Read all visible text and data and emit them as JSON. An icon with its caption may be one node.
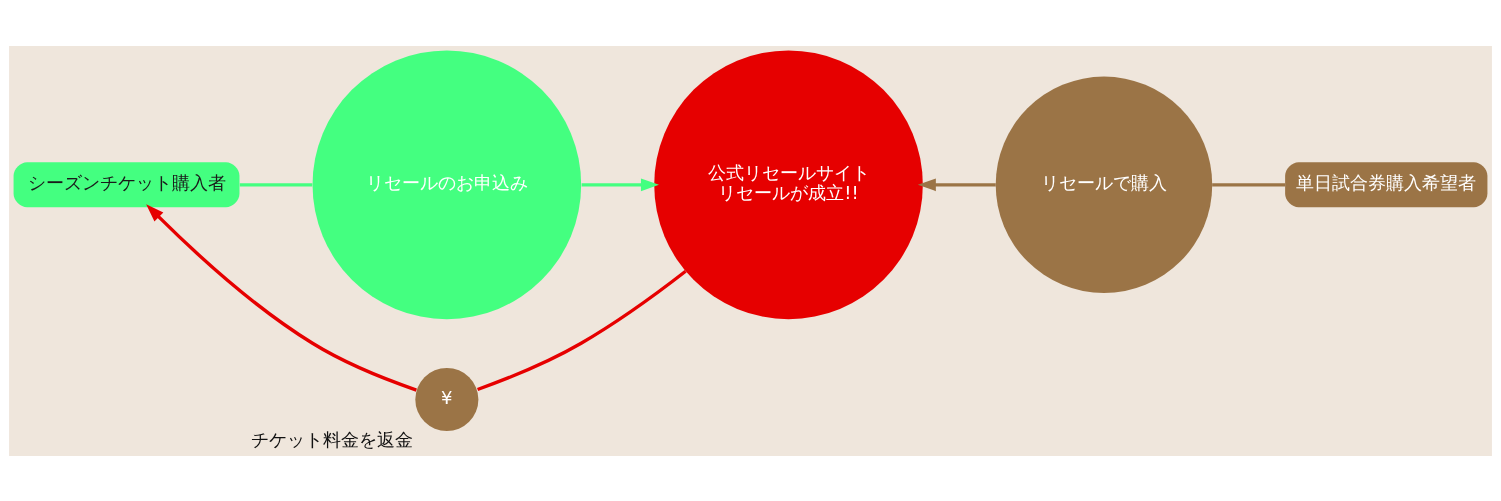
{
  "diagram": {
    "nodes": [
      {
        "text": [
          "シーズンチケット購入者"
        ]
      },
      {
        "text": [
          "リセールのお申込み"
        ]
      },
      {
        "text": [
          "公式リセールサイト",
          "リセールが成立!!"
        ]
      },
      {
        "text": [
          "リセールで購入"
        ]
      },
      {
        "text": [
          "単日試合券購入希望者"
        ]
      },
      {
        "text": [
          "¥"
        ],
        "beside": [
          "チケット料金を返金"
        ]
      }
    ],
    "edges": [
      {
        "from": 0,
        "to": 1,
        "arrow": "none",
        "color": "#44ff80"
      },
      {
        "from": 1,
        "to": 2,
        "arrow": "to",
        "color": "#44ff80"
      },
      {
        "from": 4,
        "to": 3,
        "arrow": "none",
        "color": "#9b7446"
      },
      {
        "from": 3,
        "to": 2,
        "arrow": "to",
        "color": "#9b7446"
      },
      {
        "from": 2,
        "to": 5,
        "arrow": "none",
        "color": "#e60000"
      },
      {
        "from": 5,
        "to": 0,
        "arrow": "to",
        "color": "#e60000"
      }
    ]
  }
}
